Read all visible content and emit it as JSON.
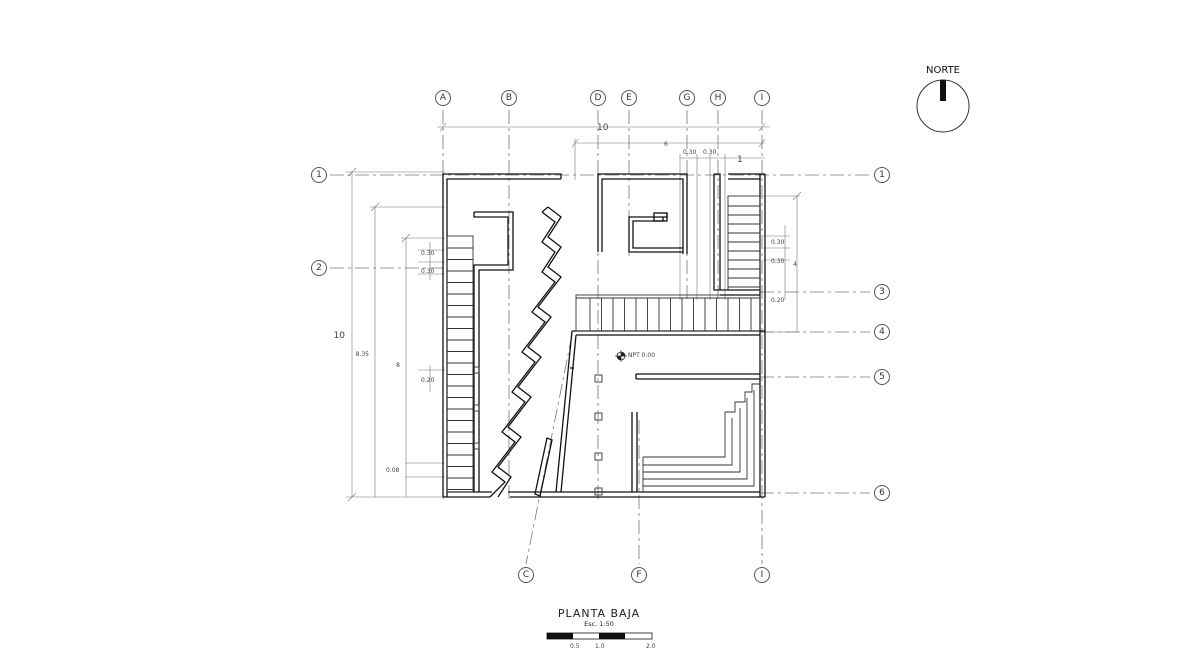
{
  "title": "PLANTA BAJA",
  "scale": "Esc. 1:50",
  "north_label": "NORTE",
  "level_label": "NPT 0.00",
  "scale_bar": {
    "ticks": [
      "0.5",
      "1.0",
      "2.0"
    ]
  },
  "axes_top": [
    "A",
    "B",
    "D",
    "E",
    "G",
    "H",
    "I"
  ],
  "axes_bottom": [
    "C",
    "F",
    "I"
  ],
  "axes_left": [
    "1",
    "2"
  ],
  "axes_right": [
    "1",
    "3",
    "4",
    "5",
    "6"
  ],
  "dimensions": {
    "top_total": "10",
    "top_partial": "6",
    "top_small_a": "0.30",
    "top_small_b": "0.30",
    "top_small_c": "1",
    "left_total": "10",
    "left_a": "8.35",
    "left_b": "8",
    "left_small_a": "0.30",
    "left_small_b": "0.30",
    "left_small_c": "0.20",
    "left_small_d": "0.08",
    "right_a": "0.30",
    "right_b": "0.30",
    "right_c": "4",
    "right_d": "0.20"
  }
}
